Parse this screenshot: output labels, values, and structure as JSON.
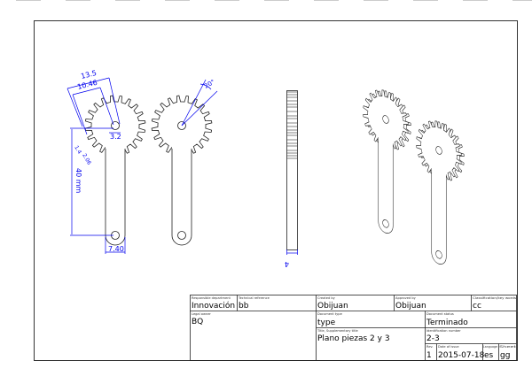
{
  "drawing": {
    "dimensions": {
      "outer_width": "13.5",
      "inner_width": "10.46",
      "hole": "3.2",
      "tooth_a": "1.4",
      "tooth_b": "2.06",
      "length": "40 mm",
      "arm_width": "7.40",
      "angle": "20°",
      "thickness": "4"
    },
    "dimension_color": "#0000ee"
  },
  "title_block": {
    "responsible_department": {
      "label": "Responsible department",
      "value": "Innovación"
    },
    "technical_reference": {
      "label": "Technical reference",
      "value": "bb"
    },
    "created_by": {
      "label": "Created by",
      "value": "Obijuan"
    },
    "approved_by": {
      "label": "Approved by",
      "value": "Obijuan"
    },
    "classification": {
      "label": "Classification/key words",
      "value": "cc"
    },
    "legal_owner": {
      "label": "Legal owner",
      "value": "BQ"
    },
    "document_type": {
      "label": "Document type",
      "value": "type"
    },
    "document_status": {
      "label": "Document status",
      "value": "Terminado"
    },
    "title": {
      "label": "Title, Supplementary title",
      "value": "Plano piezas 2 y 3"
    },
    "identification_number": {
      "label": "Identification number",
      "value": "2-3"
    },
    "rev": {
      "label": "Rev.",
      "value": "1"
    },
    "date_of_issue": {
      "label": "Date of issue",
      "value": "2015-07-18"
    },
    "language": {
      "label": "Language",
      "value": "es"
    },
    "sheet": {
      "label": "Sheet",
      "value": "gg"
    }
  }
}
